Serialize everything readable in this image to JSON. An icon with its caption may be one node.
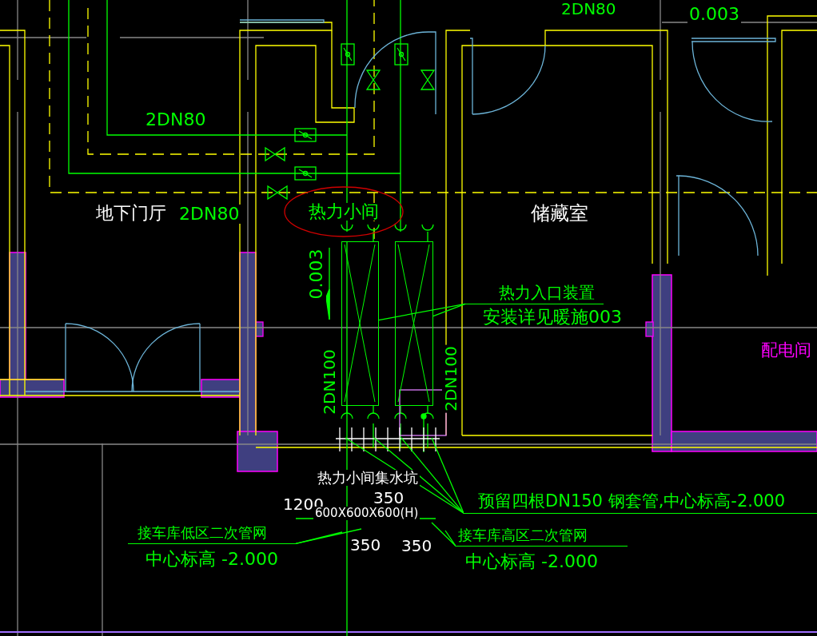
{
  "diagram": {
    "nodes": [
      {
        "text": [
          "热力小间"
        ]
      },
      {
        "text": [],
        "shape": "box"
      },
      {
        "text": [],
        "shape": "box"
      },
      {
        "text": [
          "热力入口装置",
          "安装详见暖施003"
        ]
      },
      {
        "text": [
          "预留四根DN150 钢套管,中心标高-2.000"
        ]
      },
      {
        "text": [
          "接车库低区二次管网",
          "中心标高 -2.000"
        ]
      },
      {
        "text": [
          "接车库高区二次管网",
          "中心标高 -2.000"
        ]
      }
    ],
    "edges": [
      {
        "from": 3,
        "to": 1,
        "arrow": "none"
      },
      {
        "from": 3,
        "to": 2,
        "arrow": "none"
      },
      {
        "from": 4,
        "to": null,
        "arrow": "none"
      },
      {
        "from": 4,
        "to": null,
        "arrow": "none"
      },
      {
        "from": 4,
        "to": null,
        "arrow": "none"
      },
      {
        "from": 4,
        "to": null,
        "arrow": "none"
      },
      {
        "from": 5,
        "to": null,
        "arrow": "none"
      },
      {
        "from": 5,
        "to": null,
        "arrow": "none"
      },
      {
        "from": 6,
        "to": null,
        "arrow": "none"
      },
      {
        "from": 6,
        "to": null,
        "arrow": "none"
      }
    ],
    "labels": [
      "2DN80",
      "0.003",
      "2DN80",
      "地下门厅",
      "2DN80",
      "储藏室",
      "0.003",
      "配电间",
      "2DN100",
      "2DN100",
      "热力小间集水坑",
      "1200",
      "350",
      "600X600X600(H)",
      "350",
      "350"
    ]
  }
}
